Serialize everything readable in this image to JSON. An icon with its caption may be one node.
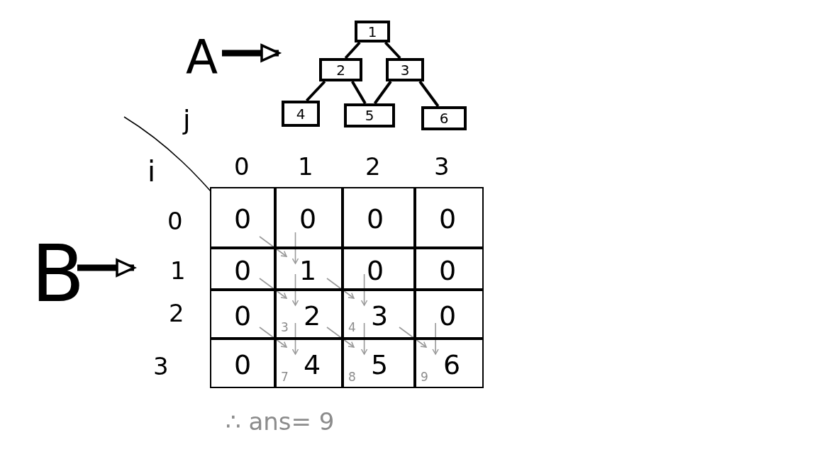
{
  "diagram": {
    "nodes": [
      {
        "text": [
          "A"
        ]
      },
      {
        "text": [
          "1"
        ]
      },
      {
        "text": [
          "2"
        ]
      },
      {
        "text": [
          "3"
        ]
      },
      {
        "text": [
          "4"
        ]
      },
      {
        "text": [
          "5"
        ]
      },
      {
        "text": [
          "6"
        ]
      },
      {
        "text": [
          "B"
        ]
      },
      {
        "text": [
          "0"
        ]
      },
      {
        "text": [
          "0"
        ]
      },
      {
        "text": [
          "0"
        ]
      },
      {
        "text": [
          "0"
        ]
      },
      {
        "text": [
          "0"
        ]
      },
      {
        "text": [
          "1"
        ]
      },
      {
        "text": [
          "0"
        ]
      },
      {
        "text": [
          "0"
        ]
      },
      {
        "text": [
          "0"
        ]
      },
      {
        "text": [
          "2",
          "3"
        ]
      },
      {
        "text": [
          "3",
          "4"
        ]
      },
      {
        "text": [
          "0"
        ]
      },
      {
        "text": [
          "0"
        ]
      },
      {
        "text": [
          "4",
          "7"
        ]
      },
      {
        "text": [
          "5",
          "8"
        ]
      },
      {
        "text": [
          "6",
          "9"
        ]
      }
    ],
    "edges": [
      {
        "from": 0,
        "to": null,
        "arrow": "to",
        "style": "thick",
        "color": "#000000"
      },
      {
        "from": 1,
        "to": 2,
        "arrow": "none",
        "style": "thick",
        "color": "#000000"
      },
      {
        "from": 1,
        "to": 3,
        "arrow": "none",
        "style": "thick",
        "color": "#000000"
      },
      {
        "from": 2,
        "to": 4,
        "arrow": "none",
        "style": "thick",
        "color": "#000000"
      },
      {
        "from": 2,
        "to": 5,
        "arrow": "none",
        "style": "thick",
        "color": "#000000"
      },
      {
        "from": 3,
        "to": 5,
        "arrow": "none",
        "style": "thick",
        "color": "#000000"
      },
      {
        "from": 3,
        "to": 6,
        "arrow": "none",
        "style": "thick",
        "color": "#000000"
      },
      {
        "from": 7,
        "to": null,
        "arrow": "to",
        "style": "thick",
        "color": "#000000"
      },
      {
        "from": 8,
        "to": 13,
        "arrow": "to"
      },
      {
        "from": 9,
        "to": 13,
        "arrow": "to"
      },
      {
        "from": 12,
        "to": 17,
        "arrow": "to"
      },
      {
        "from": 13,
        "to": 17,
        "arrow": "to"
      },
      {
        "from": 13,
        "to": 18,
        "arrow": "to"
      },
      {
        "from": 14,
        "to": 18,
        "arrow": "to"
      },
      {
        "from": 16,
        "to": 21,
        "arrow": "to"
      },
      {
        "from": 17,
        "to": 21,
        "arrow": "to"
      },
      {
        "from": 17,
        "to": 22,
        "arrow": "to"
      },
      {
        "from": 18,
        "to": 22,
        "arrow": "to"
      },
      {
        "from": 18,
        "to": 23,
        "arrow": "to"
      },
      {
        "from": 19,
        "to": 23,
        "arrow": "to"
      }
    ],
    "labels": [
      "j",
      "i",
      "0",
      "1",
      "2",
      "3",
      "0",
      "1",
      "2",
      "3",
      "∴ ans= 9"
    ]
  }
}
